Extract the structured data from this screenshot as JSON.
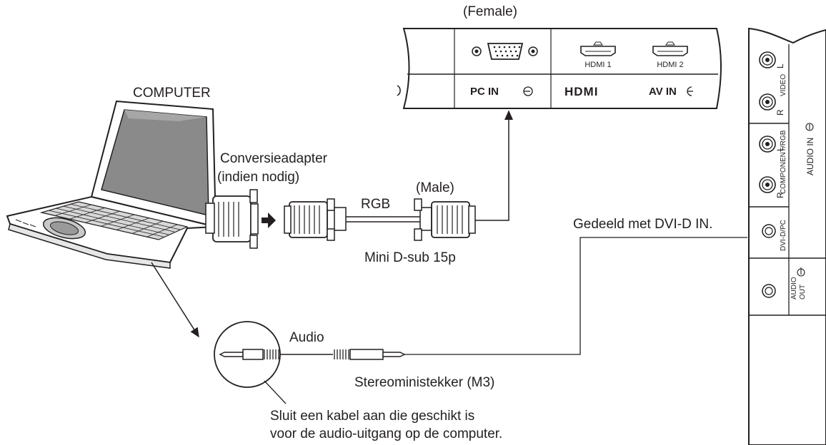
{
  "labels": {
    "female": "(Female)",
    "computer": "COMPUTER",
    "adapter_line1": "Conversieadapter",
    "adapter_line2": "(indien nodig)",
    "rgb": "RGB",
    "male": "(Male)",
    "mini_dsub": "Mini D-sub 15p",
    "shared": "Gedeeld met DVI-D IN.",
    "audio": "Audio",
    "stereo_plug": "Stereoministekker (M3)",
    "note_line1": "Sluit een kabel aan die geschikt is",
    "note_line2": "voor de audio-uitgang op de computer."
  },
  "top_panel": {
    "hdmi1": "HDMI 1",
    "hdmi2": "HDMI 2",
    "pc_in": "PC IN",
    "hdmi_logo": "HDMI",
    "av_in": "AV IN"
  },
  "side_panel": {
    "l1": "L",
    "r1": "R",
    "video": "VIDEO",
    "l2": "L",
    "r2": "R",
    "component_rgb": "COMPONENT/RGB",
    "dvi_d_pc": "DVI-D/PC",
    "audio_out_1": "AUDIO",
    "audio_out_2": "OUT",
    "audio_in": "AUDIO IN"
  }
}
